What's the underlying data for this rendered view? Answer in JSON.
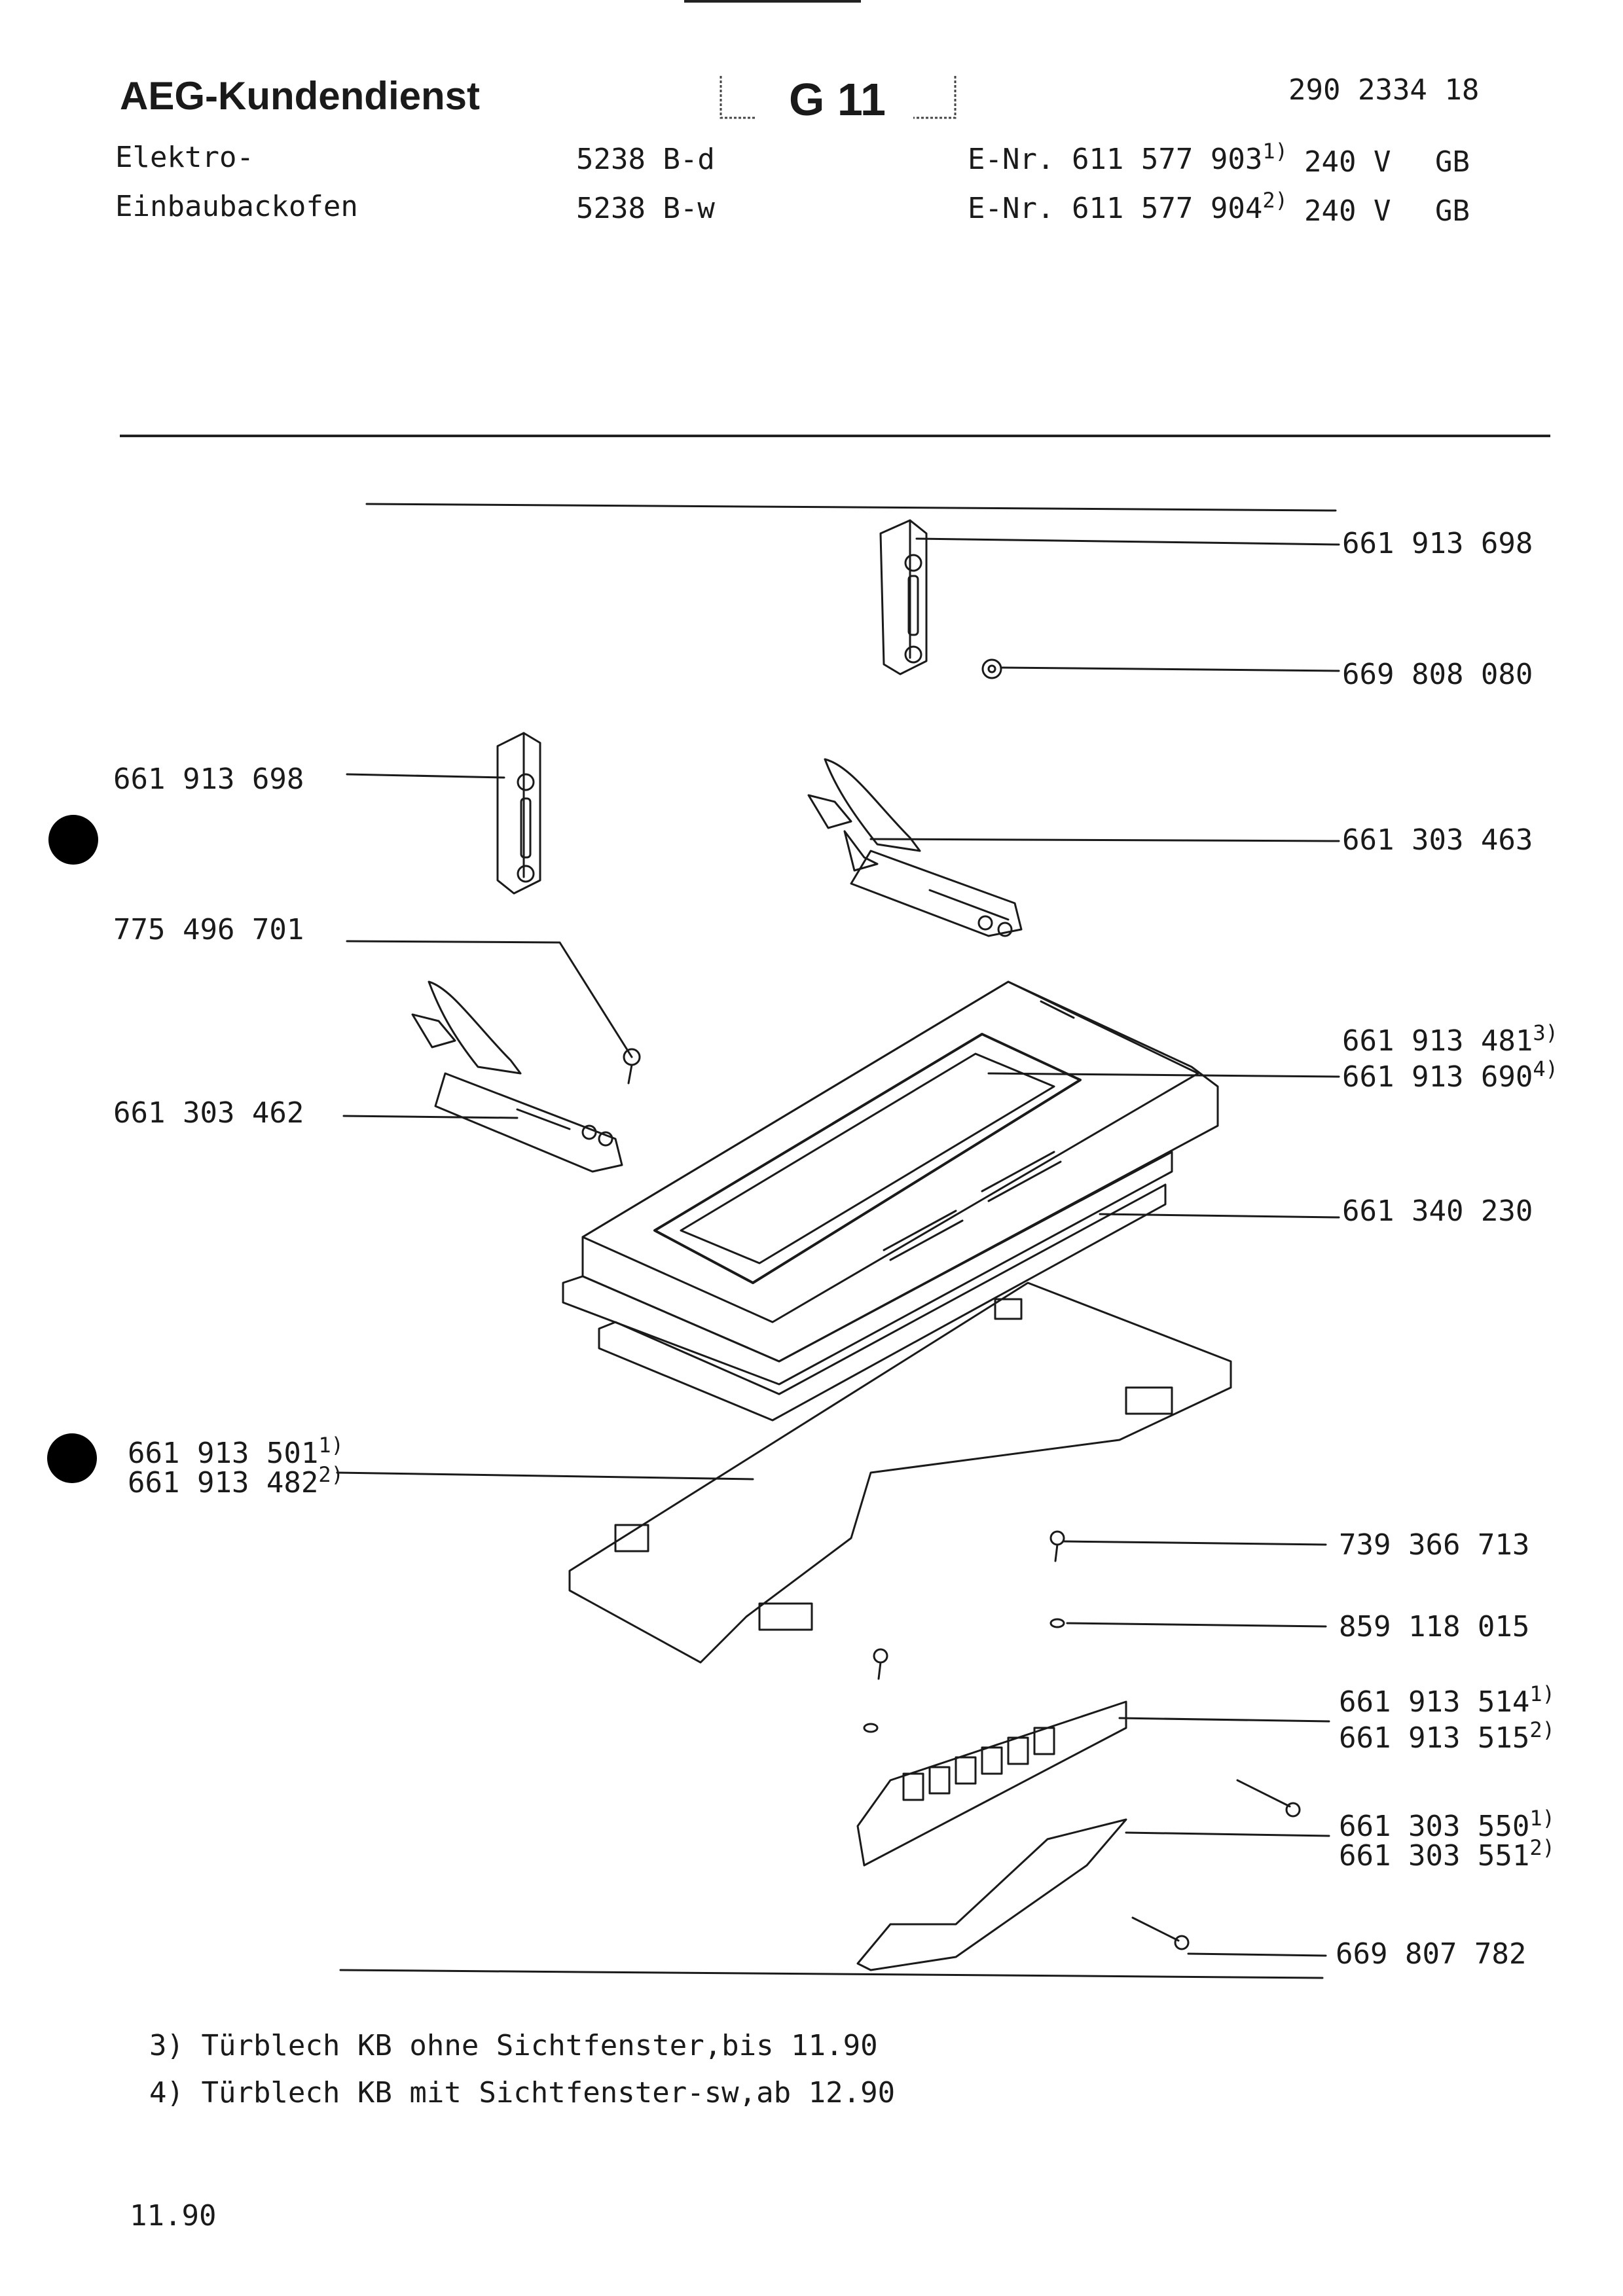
{
  "header": {
    "brand": "AEG-Kundendienst",
    "code": "G 11",
    "doc_number": "290 2334 18"
  },
  "product": {
    "line1": "Elektro-",
    "line2": "Einbaubackofen"
  },
  "models": [
    {
      "model": "5238 B-d",
      "enr": "E-Nr. 611 577 903",
      "enr_note": "1)",
      "voltage": "240 V",
      "country": "GB"
    },
    {
      "model": "5238 B-w",
      "enr": "E-Nr. 611 577 904",
      "enr_note": "2)",
      "voltage": "240 V",
      "country": "GB"
    }
  ],
  "parts_right": [
    {
      "number": "661 913 698",
      "note": ""
    },
    {
      "number": "669 808 080",
      "note": ""
    },
    {
      "number": "661 303 463",
      "note": ""
    },
    {
      "number": "661 913 481",
      "note": "3)"
    },
    {
      "number": "661 913 690",
      "note": "4)"
    },
    {
      "number": "661 340 230",
      "note": ""
    },
    {
      "number": "739 366 713",
      "note": ""
    },
    {
      "number": "859 118 015",
      "note": ""
    },
    {
      "number": "661 913 514",
      "note": "1)"
    },
    {
      "number": "661 913 515",
      "note": "2)"
    },
    {
      "number": "661 303 550",
      "note": "1)"
    },
    {
      "number": "661 303 551",
      "note": "2)"
    },
    {
      "number": "669 807 782",
      "note": ""
    }
  ],
  "parts_left": [
    {
      "number": "661 913 698",
      "note": ""
    },
    {
      "number": "775 496 701",
      "note": ""
    },
    {
      "number": "661 303 462",
      "note": ""
    },
    {
      "number": "661 913 501",
      "note": "1)"
    },
    {
      "number": "661 913 482",
      "note": "2)"
    }
  ],
  "footnotes": [
    "3) Türblech KB ohne Sichtfenster,bis 11.90",
    "4) Türblech KB mit Sichtfenster-sw,ab 12.90"
  ],
  "date": "11.90"
}
